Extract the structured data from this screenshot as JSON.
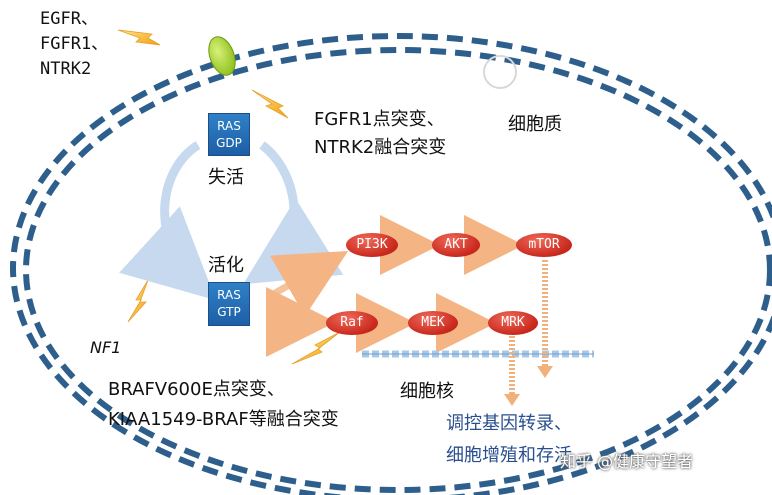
{
  "receptor_label": [
    "EGFR、",
    "FGFR1、",
    "NTRK2"
  ],
  "fgfr_mutation": [
    "FGFR1点突变、",
    "NTRK2融合突变"
  ],
  "cytoplasm": "细胞质",
  "ras_gdp": [
    "RAS",
    "GDP"
  ],
  "inactive": "失活",
  "active": "活化",
  "ras_gtp": [
    "RAS",
    "GTP"
  ],
  "nf1": "NF1",
  "braf_mutation": [
    "BRAFV600E点突变、",
    "KIAA1549-BRAF等融合突变"
  ],
  "nucleus": "细胞核",
  "nodes": {
    "pi3k": "PI3K",
    "akt": "AKT",
    "mtor": "mTOR",
    "raf": "Raf",
    "mek": "MEK",
    "mrk": "MRK"
  },
  "outcome": [
    "调控基因转录、",
    "细胞增殖和存活"
  ],
  "watermark": "知乎 @健康守望者",
  "colors": {
    "membrane": "#2e5f8c",
    "ras_box": "#2378c2",
    "node": "#d0352a",
    "arrow": "#f4c39a",
    "nucleus_membrane": "#a8c8e6",
    "outcome_text": "#2a4f8f"
  }
}
